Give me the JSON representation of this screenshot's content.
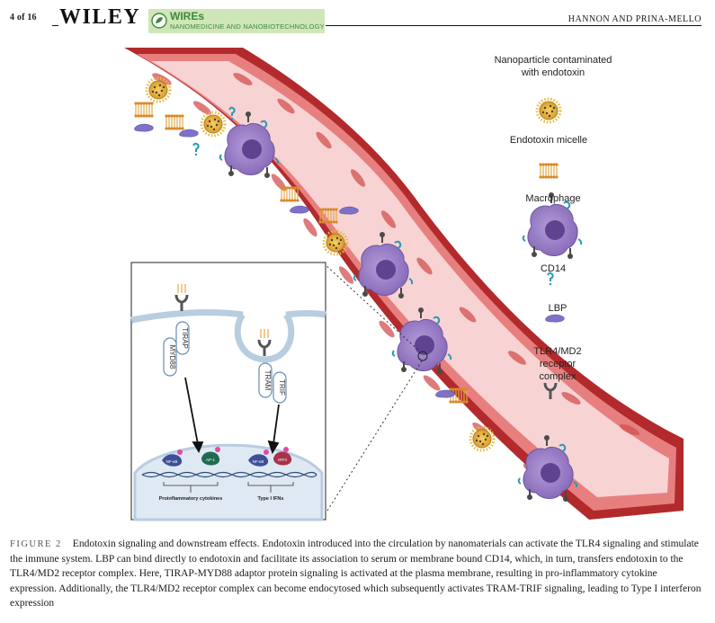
{
  "header": {
    "page_number": "4 of 16",
    "publisher": "WILEY",
    "journal_short": "WIREs",
    "journal_full": "NANOMEDICINE AND NANOBIOTECHNOLOGY",
    "authors": "HANNON AND PRINA-MELLO"
  },
  "figure": {
    "legend": {
      "nanoparticle": "Nanoparticle contaminated with endotoxin",
      "micelle": "Endotoxin micelle",
      "macrophage": "Macrophage",
      "cd14": "CD14",
      "lbp": "LBP",
      "tlr4": "TLR4/MD2 receptor complex"
    },
    "inset": {
      "tirap": "TIRAP",
      "myd88": "MYD88",
      "tram": "TRAM",
      "trif": "TRIF",
      "nfkb_1": "NF-κB",
      "ap1": "AP-1",
      "nfkb_2": "NF-κB",
      "irf3": "IRF3",
      "out_1": "Proinflammatory cytokines",
      "out_2": "Type I IFNs"
    }
  },
  "caption": {
    "label": "FIGURE 2",
    "text": "Endotoxin signaling and downstream effects. Endotoxin introduced into the circulation by nanomaterials can activate the TLR4 signaling and stimulate the immune system. LBP can bind directly to endotoxin and facilitate its association to serum or membrane bound CD14, which, in turn, transfers endotoxin to the TLR4/MD2 receptor complex. Here, TIRAP-MYD88 adaptor protein signaling is activated at the plasma membrane, resulting in pro-inflammatory cytokine expression. Additionally, the TLR4/MD2 receptor complex can become endocytosed which subsequently activates TRAM-TRIF signaling, leading to Type I interferon expression"
  },
  "colors": {
    "vessel_wall": "#b22a2c",
    "vessel_lumen": "#f7d3d3",
    "macrophage": "#9a80c4",
    "nucleus": "#6b4d99",
    "wires_green": "#3d8a3a"
  }
}
